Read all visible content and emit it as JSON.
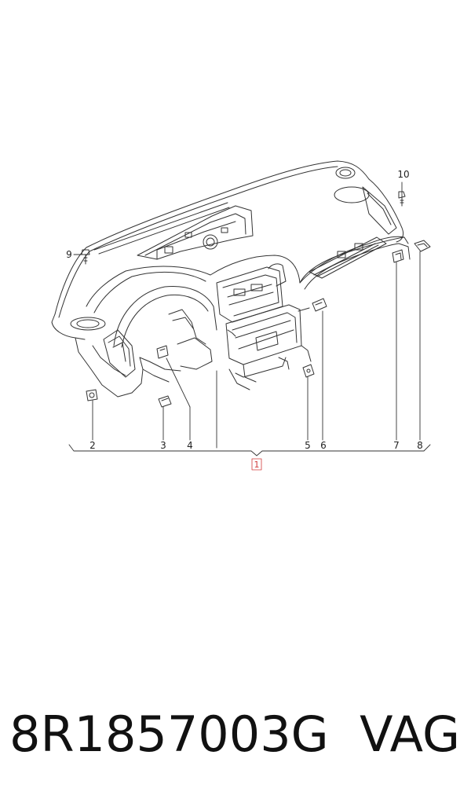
{
  "diagram": {
    "callouts": [
      "1",
      "2",
      "3",
      "4",
      "5",
      "6",
      "7",
      "8",
      "9",
      "10"
    ]
  },
  "footer": {
    "part_number": "8R1857003G",
    "brand": "VAG"
  },
  "colors": {
    "line": "#333333",
    "main_callout": "#d23b3b",
    "background": "#ffffff"
  }
}
